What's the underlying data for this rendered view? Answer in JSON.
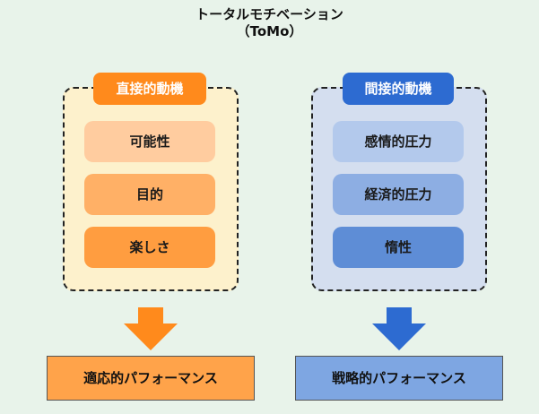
{
  "title": {
    "line1": "トータルモチベーション",
    "line2": "（ToMo）"
  },
  "direct": {
    "label": "直接的動機",
    "items": [
      "可能性",
      "目的",
      "楽しさ"
    ],
    "result": "適応的パフォーマンス"
  },
  "indirect": {
    "label": "間接的動機",
    "items": [
      "感情的圧力",
      "経済的圧力",
      "惰性"
    ],
    "result": "戦略的パフォーマンス"
  },
  "colors": {
    "background": "#e8f3ea",
    "direct_accent": "#ff8a1c",
    "direct_panel": "#fdf1cc",
    "direct_items": [
      "#ffcc9f",
      "#ffb066",
      "#ff9d40"
    ],
    "direct_result": "#ffa34a",
    "indirect_accent": "#2d6bd1",
    "indirect_panel": "#d4deef",
    "indirect_items": [
      "#b3c9ec",
      "#8daee3",
      "#5e8dd6"
    ],
    "indirect_result": "#7ea6e2"
  }
}
